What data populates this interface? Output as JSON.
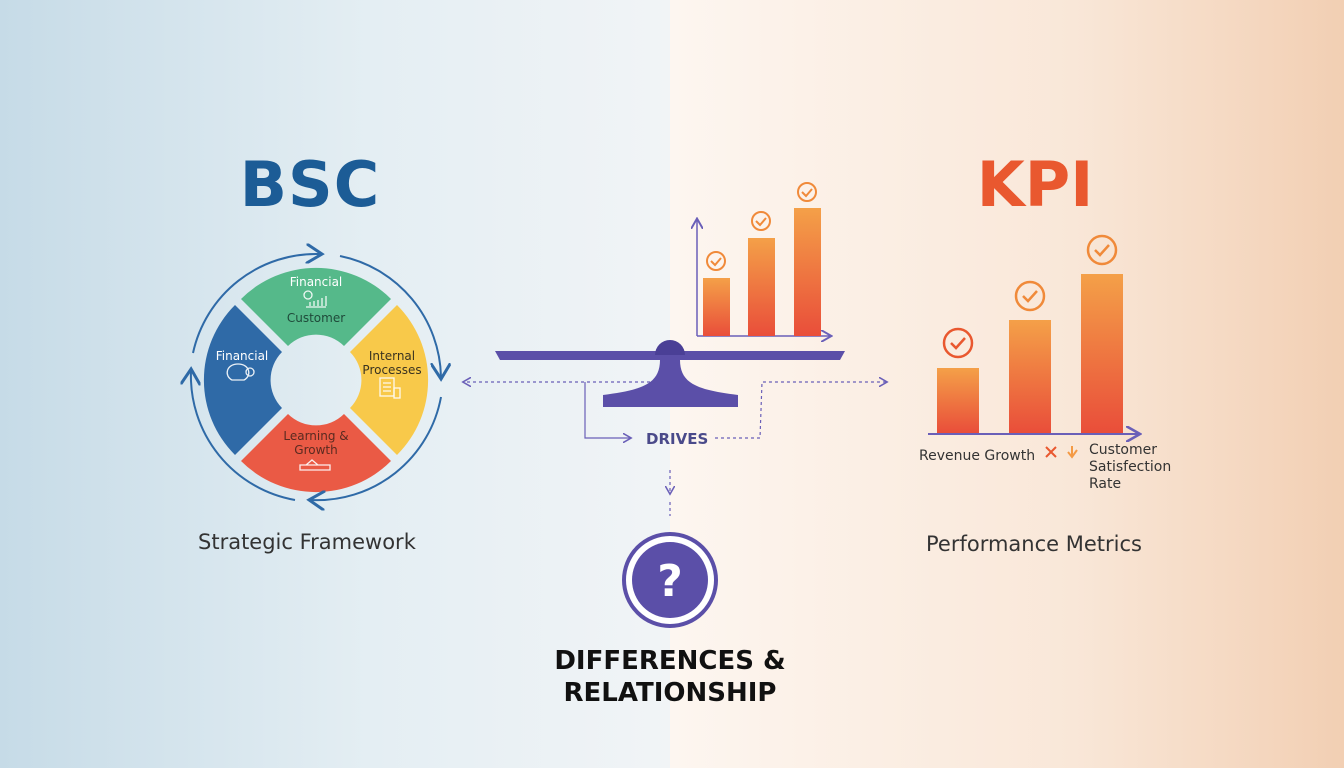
{
  "left": {
    "title": "BSC",
    "subtitle": "Strategic Framework",
    "wheel": {
      "segments": [
        {
          "label_top": "Financial",
          "label_bottom": "Customer",
          "color": "#55b98a",
          "icon": "growth-chart-icon"
        },
        {
          "label": "Internal Processes",
          "color": "#f8c94a",
          "icon": "document-icon"
        },
        {
          "label": "Learning & Growth",
          "color": "#ea5a45",
          "icon": "tools-icon"
        },
        {
          "label": "Financial",
          "color": "#2f6aa7",
          "icon": "money-bag-icon"
        }
      ],
      "ring_color": "#2f6aa7"
    }
  },
  "center": {
    "connector_label": "DRIVES",
    "question_icon": "question-icon",
    "title_line1": "DIFFERENCES &",
    "title_line2": "RELATIONSHIP",
    "scale_color": "#5b4fa8"
  },
  "right": {
    "title": "KPI",
    "subtitle": "Performance Metrics",
    "legend": {
      "item1": "Revenue Growth",
      "item2": "Customer Satisfection Rate"
    },
    "bar_colors": [
      "#e94e3a",
      "#f49a45"
    ]
  },
  "colors": {
    "bsc_blue": "#1c5c96",
    "kpi_orange": "#e9582f",
    "purple": "#5b4fa8"
  }
}
